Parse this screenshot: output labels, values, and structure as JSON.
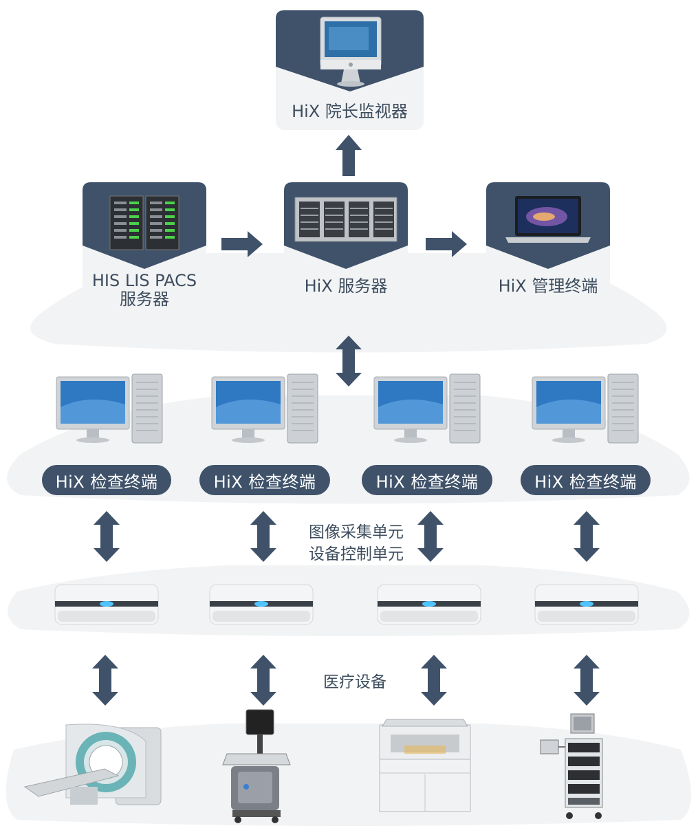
{
  "colors": {
    "navy": "#3f526a",
    "platform": "#f2f3f4",
    "text": "#3d4d5e",
    "led": "#4fc3ff"
  },
  "top": {
    "monitor_label": "HiX 院长监视器"
  },
  "servers": {
    "his_label_line1": "HIS LIS PACS",
    "his_label_line2": "服务器",
    "hix_server_label": "HiX 服务器",
    "mgmt_label": "HiX 管理终端"
  },
  "terminals": {
    "labels": [
      "HiX 检查终端",
      "HiX 检查终端",
      "HiX 检查终端",
      "HiX 检查终端"
    ]
  },
  "units": {
    "line1": "图像采集单元",
    "line2": "设备控制单元"
  },
  "devices": {
    "label": "医疗设备"
  },
  "icons": {
    "monitor": "imac-icon",
    "server": "server-rack-icon",
    "laptop": "laptop-icon",
    "workstation": "desktop-workstation-icon",
    "unit": "control-unit-icon",
    "ct": "ct-scanner-icon",
    "ultrasound": "ultrasound-machine-icon",
    "analyzer": "lab-analyzer-icon",
    "endoscope": "endoscopy-cart-icon"
  }
}
